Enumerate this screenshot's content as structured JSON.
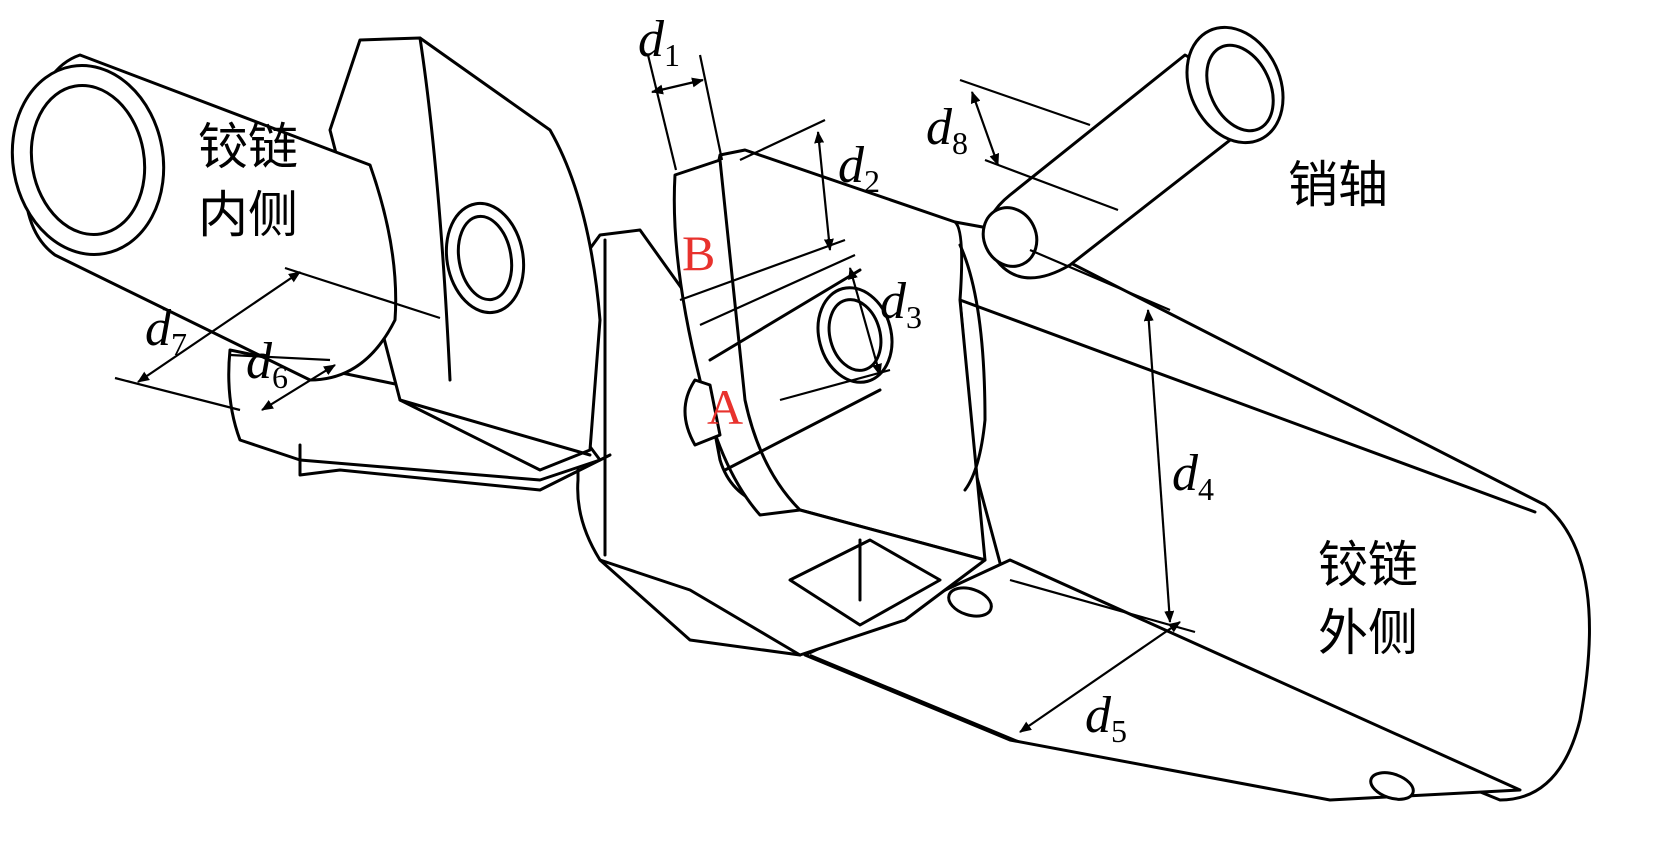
{
  "labels": {
    "hinge_inner": [
      "铰链",
      "内侧"
    ],
    "hinge_outer": [
      "铰链",
      "外侧"
    ],
    "pin": "销轴",
    "point_b": "B",
    "point_a": "A"
  },
  "dimensions": [
    {
      "id": "d1",
      "letter": "d",
      "sub": "1"
    },
    {
      "id": "d2",
      "letter": "d",
      "sub": "2"
    },
    {
      "id": "d3",
      "letter": "d",
      "sub": "3"
    },
    {
      "id": "d4",
      "letter": "d",
      "sub": "4"
    },
    {
      "id": "d5",
      "letter": "d",
      "sub": "5"
    },
    {
      "id": "d6",
      "letter": "d",
      "sub": "6"
    },
    {
      "id": "d7",
      "letter": "d",
      "sub": "7"
    },
    {
      "id": "d8",
      "letter": "d",
      "sub": "8"
    }
  ],
  "colors": {
    "line": "#000000",
    "point_label": "#e8322d",
    "background": "#ffffff"
  }
}
